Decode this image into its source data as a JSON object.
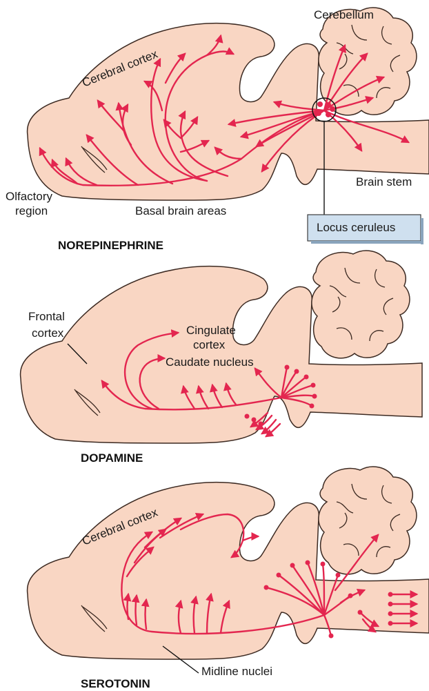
{
  "panels": {
    "norepinephrine": {
      "title": "NOREPINEPHRINE",
      "labels": {
        "cerebellum": "Cerebellum",
        "cerebral_cortex": "Cerebral cortex",
        "olfactory_line1": "Olfactory",
        "olfactory_line2": "region",
        "basal": "Basal brain areas",
        "brain_stem": "Brain stem",
        "locus": "Locus ceruleus"
      }
    },
    "dopamine": {
      "title": "DOPAMINE",
      "labels": {
        "frontal_line1": "Frontal",
        "frontal_line2": "cortex",
        "cingulate_line1": "Cingulate",
        "cingulate_line2": "cortex",
        "caudate": "Caudate nucleus"
      }
    },
    "serotonin": {
      "title": "SEROTONIN",
      "labels": {
        "cerebral_cortex": "Cerebral cortex",
        "midline": "Midline nuclei"
      }
    }
  },
  "colors": {
    "tissue": "#f9d6c3",
    "pathway": "#e3264f",
    "callout_box": "#cfe0ef"
  }
}
